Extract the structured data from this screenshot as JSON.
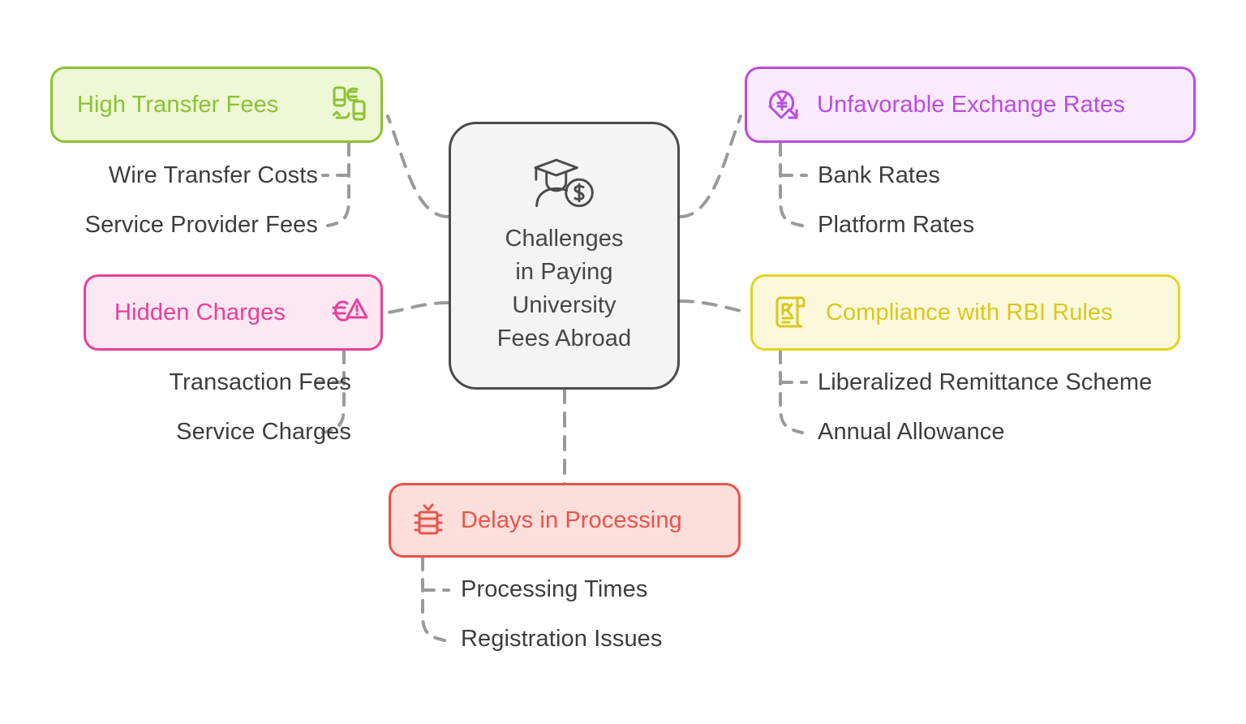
{
  "diagram": {
    "type": "mind-map",
    "center": {
      "title": "Challenges\nin Paying\nUniversity\nFees Abroad",
      "title_lines": [
        "Challenges",
        "in Paying",
        "University",
        "Fees Abroad"
      ],
      "icon": "graduate-with-dollar-coin-icon",
      "fill": "#f4f4f4",
      "border": "#4b4b4b",
      "text_color": "#454545"
    },
    "branches": [
      {
        "id": "high-transfer-fees",
        "label": "High Transfer Fees",
        "icon": "mobile-money-transfer-euro-icon",
        "fill": "#eef7d6",
        "border": "#8cc232",
        "text_color": "#8cc232",
        "side": "left",
        "children": [
          "Wire Transfer Costs",
          "Service Provider Fees"
        ]
      },
      {
        "id": "unfavorable-exchange-rates",
        "label": "Unfavorable Exchange Rates",
        "icon": "yen-rate-down-arrow-icon",
        "fill": "#f9eafd",
        "border": "#bb4ce0",
        "text_color": "#bb4ce0",
        "side": "right",
        "children": [
          "Bank Rates",
          "Platform Rates"
        ]
      },
      {
        "id": "hidden-charges",
        "label": "Hidden Charges",
        "icon": "euro-warning-triangle-icon",
        "fill": "#fce7f3",
        "border": "#e8409a",
        "text_color": "#e8409a",
        "side": "left",
        "children": [
          "Transaction Fees",
          "Service Charges"
        ]
      },
      {
        "id": "compliance-with-rbi-rules",
        "label": "Compliance with RBI Rules",
        "icon": "prescription-document-icon",
        "fill": "#fcf8dc",
        "border": "#e3d520",
        "text_color": "#d9c81c",
        "side": "right",
        "children": [
          "Liberalized Remittance Scheme",
          "Annual Allowance"
        ]
      },
      {
        "id": "delays-in-processing",
        "label": "Delays in Processing",
        "icon": "schedule-calendar-check-icon",
        "fill": "#fcdedb",
        "border": "#e7554a",
        "text_color": "#e7554a",
        "side": "bottom",
        "children": [
          "Processing Times",
          "Registration Issues"
        ]
      }
    ],
    "connector_color": "#9a9a9a",
    "background": "#ffffff"
  }
}
